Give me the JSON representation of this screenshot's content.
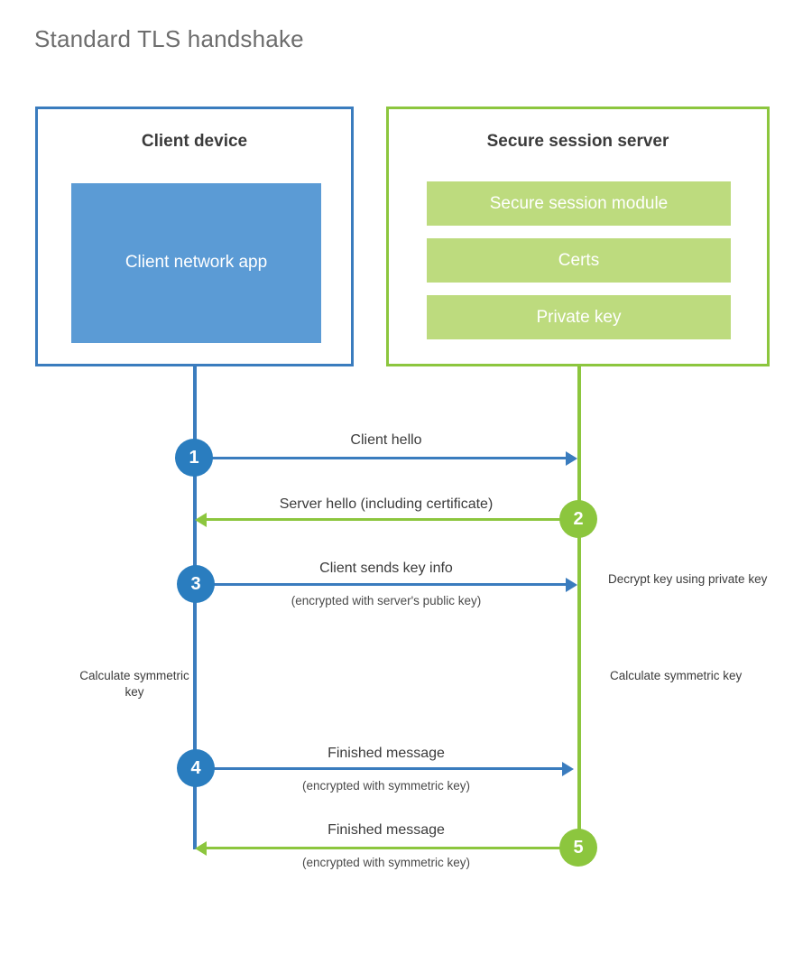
{
  "title": "Standard TLS handshake",
  "client": {
    "box_title": "Client device",
    "app_label": "Client network app"
  },
  "server": {
    "box_title": "Secure session server",
    "modules": [
      {
        "label": "Secure session module"
      },
      {
        "label": "Certs"
      },
      {
        "label": "Private key"
      }
    ]
  },
  "colors": {
    "client_border": "#3a7cbe",
    "client_fill": "#5b9bd5",
    "client_circle": "#2a7dbf",
    "server_border": "#8cc63e",
    "server_fill": "#bddb7e",
    "server_circle": "#8cc63e",
    "title_text": "#6d6d6d",
    "body_text": "#3b3b3b"
  },
  "steps": [
    {
      "number": "1",
      "label": "Client hello",
      "sublabel": "",
      "direction": "client-to-server",
      "color": "blue"
    },
    {
      "number": "2",
      "label": "Server hello (including certificate)",
      "sublabel": "",
      "direction": "server-to-client",
      "color": "green"
    },
    {
      "number": "3",
      "label": "Client sends key info",
      "sublabel": "(encrypted with server's public key)",
      "direction": "client-to-server",
      "color": "blue"
    },
    {
      "number": "4",
      "label": "Finished message",
      "sublabel": "(encrypted with symmetric key)",
      "direction": "client-to-server",
      "color": "blue"
    },
    {
      "number": "5",
      "label": "Finished message",
      "sublabel": "(encrypted with symmetric key)",
      "direction": "server-to-client",
      "color": "green"
    }
  ],
  "annotations": {
    "decrypt_key": "Decrypt key using private key",
    "client_calculate": "Calculate symmetric key",
    "server_calculate": "Calculate symmetric key"
  }
}
